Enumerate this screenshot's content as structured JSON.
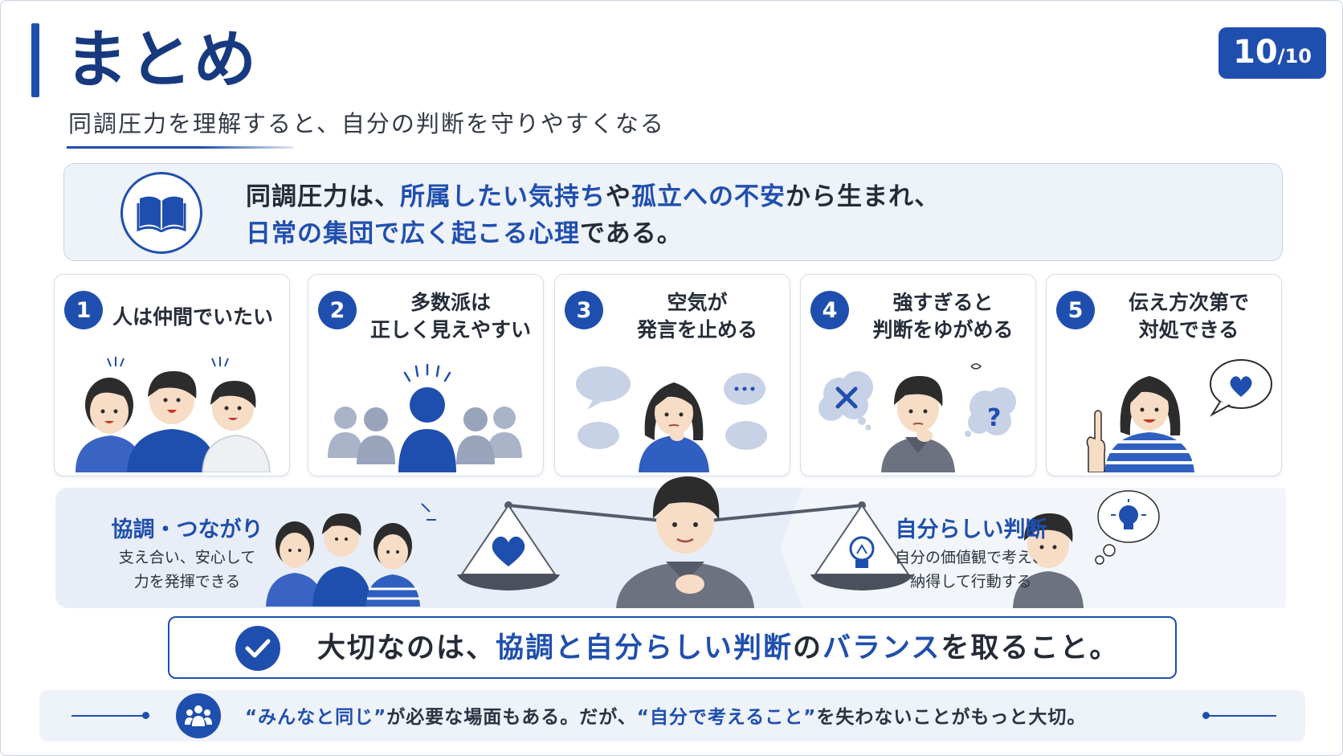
{
  "header": {
    "title": "まとめ",
    "subtitle": "同調圧力を理解すると、自分の判断を守りやすくなる",
    "page_current": "10",
    "page_total": "/10"
  },
  "summary": {
    "line1": [
      {
        "text": "同調圧力は、",
        "hl": false
      },
      {
        "text": "所属したい気持ち",
        "hl": true
      },
      {
        "text": "や",
        "hl": false
      },
      {
        "text": "孤立への不安",
        "hl": true
      },
      {
        "text": "から生まれ、",
        "hl": false
      }
    ],
    "line2": [
      {
        "text": "日常の集団で広く起こる心理",
        "hl": true
      },
      {
        "text": "である。",
        "hl": false
      }
    ],
    "icon": "open-book-icon"
  },
  "cards": [
    {
      "num": "1",
      "title": "人は仲間でいたい",
      "art": "friends-group-illustration"
    },
    {
      "num": "2",
      "title": "多数派は\n正しく見えやすい",
      "art": "majority-crowd-illustration"
    },
    {
      "num": "3",
      "title": "空気が\n発言を止める",
      "art": "silent-woman-speech-bubbles-illustration"
    },
    {
      "num": "4",
      "title": "強すぎると\n判断をゆがめる",
      "art": "confused-boy-illustration"
    },
    {
      "num": "5",
      "title": "伝え方次第で\n対処できる",
      "art": "woman-heart-bubble-illustration"
    }
  ],
  "balance": {
    "left_title": "協調・つながり",
    "left_text": "支え合い、安心して\n力を発揮できる",
    "right_title": "自分らしい判断",
    "right_text": "自分の価値観で考え、\n納得して行動する",
    "left_icon": "heart-icon",
    "right_icon": "lightbulb-icon"
  },
  "key_message": {
    "parts": [
      {
        "text": "大切なのは、",
        "hl": false
      },
      {
        "text": "協調と自分らしい判断",
        "hl": true
      },
      {
        "text": "の",
        "hl": false
      },
      {
        "text": "バランス",
        "hl": true
      },
      {
        "text": "を取ること。",
        "hl": false
      }
    ],
    "icon": "check-icon"
  },
  "footer": {
    "parts": [
      {
        "text": "“みんなと同じ”",
        "hl": true
      },
      {
        "text": "が必要な場面もある。だが、",
        "hl": false
      },
      {
        "text": "“自分で考えること”",
        "hl": true
      },
      {
        "text": "を失わないことがもっと大切。",
        "hl": false
      }
    ],
    "icon": "people-group-icon"
  },
  "colors": {
    "accent": "#1f4fae",
    "dark_title": "#17397f",
    "panel_bg": "#eef2f9",
    "balance_bg": "#e8eef8"
  }
}
